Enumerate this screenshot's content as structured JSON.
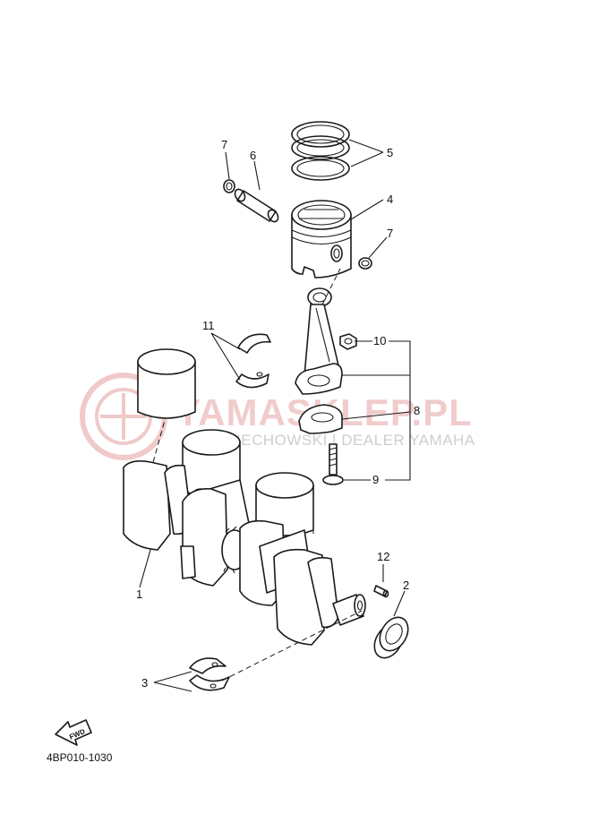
{
  "watermark": {
    "brand": "YAMASKLEP.PL",
    "tagline": "WOJCIECHOWSKI | DEALER YAMAHA",
    "color": "#e6a3a3"
  },
  "callouts": [
    {
      "id": "1",
      "label": "1",
      "part": "crankshaft"
    },
    {
      "id": "2",
      "label": "2",
      "part": "oil-seal"
    },
    {
      "id": "3",
      "label": "3",
      "part": "main-bearing"
    },
    {
      "id": "4",
      "label": "4",
      "part": "piston"
    },
    {
      "id": "5",
      "label": "5",
      "part": "piston-ring-set"
    },
    {
      "id": "6",
      "label": "6",
      "part": "piston-pin"
    },
    {
      "id": "7a",
      "label": "7",
      "part": "piston-pin-clip"
    },
    {
      "id": "7b",
      "label": "7",
      "part": "piston-pin-clip"
    },
    {
      "id": "8",
      "label": "8",
      "part": "connecting-rod"
    },
    {
      "id": "9",
      "label": "9",
      "part": "rod-bolt"
    },
    {
      "id": "10",
      "label": "10",
      "part": "nut"
    },
    {
      "id": "11",
      "label": "11",
      "part": "big-end-bearing"
    },
    {
      "id": "12",
      "label": "12",
      "part": "dowel-pin"
    }
  ],
  "fwd_label": "FWD",
  "diagram_code": "4BP010-1030"
}
